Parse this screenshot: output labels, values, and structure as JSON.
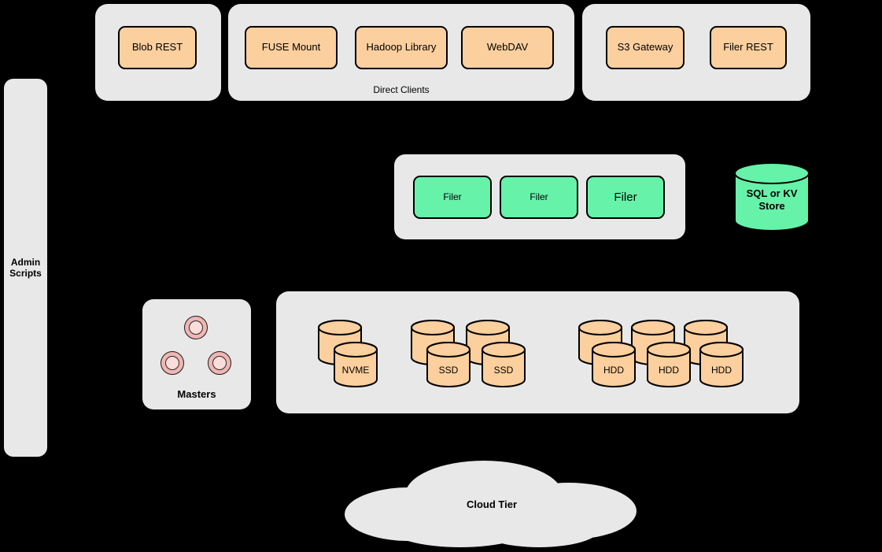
{
  "colors": {
    "bg": "#000000",
    "panel": "#e8e8e8",
    "orange": "#fccf9e",
    "green": "#66f2a9",
    "pink": "#f0b6b3",
    "pink_inner": "#fadcda"
  },
  "admin": {
    "label": "Admin\nScripts"
  },
  "clients": {
    "blob": {
      "items": [
        {
          "label": "Blob REST"
        }
      ]
    },
    "direct": {
      "label": "Direct Clients",
      "items": [
        {
          "label": "FUSE Mount"
        },
        {
          "label": "Hadoop Library"
        },
        {
          "label": "WebDAV"
        }
      ]
    },
    "gateways": {
      "items": [
        {
          "label": "S3 Gateway"
        },
        {
          "label": "Filer REST"
        }
      ]
    }
  },
  "filers": {
    "items": [
      {
        "label": "Filer"
      },
      {
        "label": "Filer"
      },
      {
        "label": "Filer"
      }
    ]
  },
  "store": {
    "label": "SQL or KV\nStore"
  },
  "masters": {
    "label": "Masters"
  },
  "volumes": {
    "disks": [
      {
        "label": "NVME"
      },
      {
        "label": "SSD"
      },
      {
        "label": "SSD"
      },
      {
        "label": "HDD"
      },
      {
        "label": "HDD"
      },
      {
        "label": "HDD"
      }
    ]
  },
  "cloud": {
    "label": "Cloud Tier"
  }
}
